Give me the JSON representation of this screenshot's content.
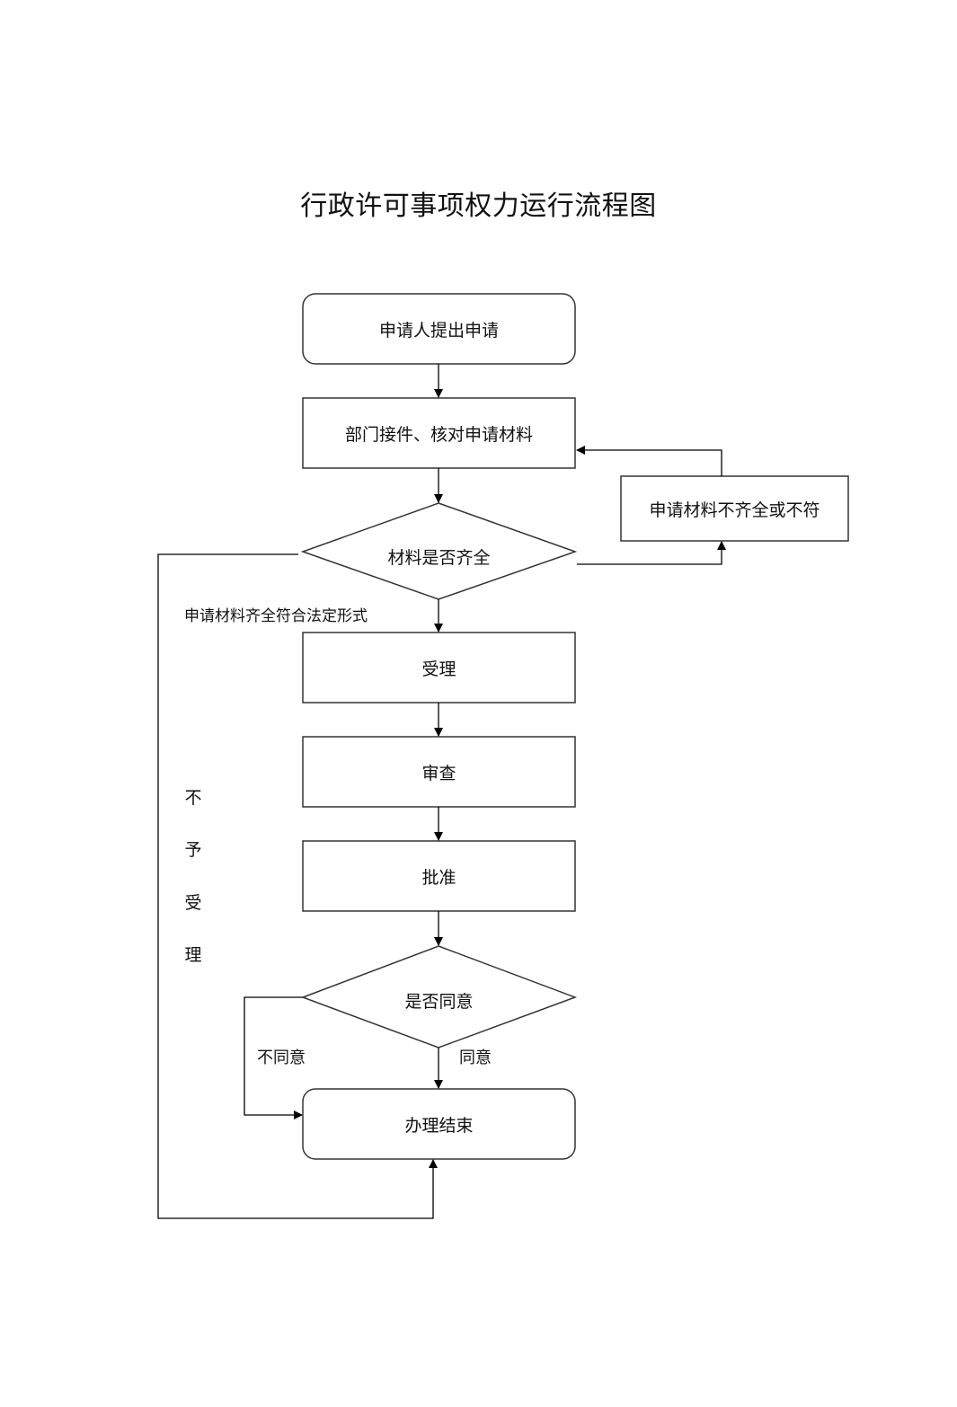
{
  "title": "行政许可事项权力运行流程图",
  "nodes": {
    "start": "申请人提出申请",
    "receive": "部门接件、核对申请材料",
    "check": "材料是否齐全",
    "incomplete": "申请材料不齐全或不符",
    "accept": "受理",
    "review": "审查",
    "approve": "批准",
    "agree": "是否同意",
    "end": "办理结束"
  },
  "edge_labels": {
    "complete": "申请材料齐全符合法定形式",
    "reject_chars": [
      "不",
      "予",
      "受",
      "理"
    ],
    "disagree": "不同意",
    "agreed": "同意"
  }
}
